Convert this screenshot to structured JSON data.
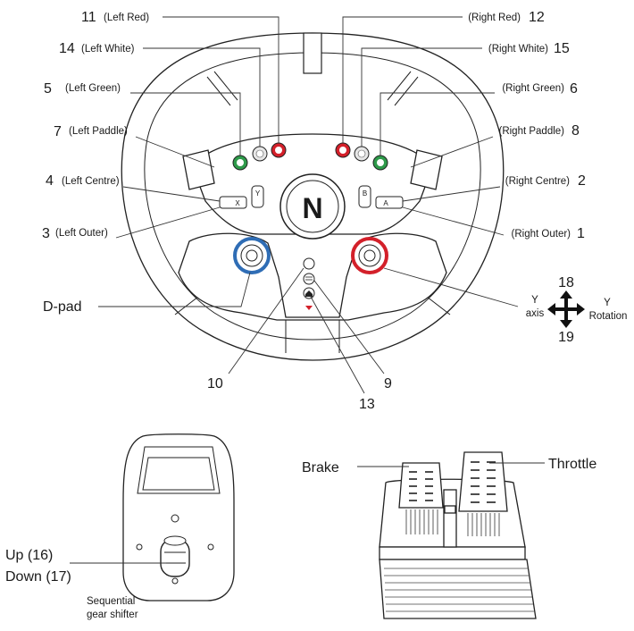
{
  "callouts": {
    "c11": {
      "num": "11",
      "label": "(Left Red)"
    },
    "c14": {
      "num": "14",
      "label": "(Left White)"
    },
    "c5": {
      "num": "5",
      "label": "(Left Green)"
    },
    "c7": {
      "num": "7",
      "label": "(Left Paddle)"
    },
    "c4": {
      "num": "4",
      "label": "(Left Centre)"
    },
    "c3": {
      "num": "3",
      "label": "(Left Outer)"
    },
    "c12": {
      "num": "12",
      "label": "(Right Red)"
    },
    "c15": {
      "num": "15",
      "label": "(Right White)"
    },
    "c6": {
      "num": "6",
      "label": "(Right Green)"
    },
    "c8": {
      "num": "8",
      "label": "(Right Paddle)"
    },
    "c2": {
      "num": "2",
      "label": "(Right Centre)"
    },
    "c1": {
      "num": "1",
      "label": "(Right Outer)"
    }
  },
  "dpad_label": "D-pad",
  "bottom_numbers": {
    "n10": "10",
    "n9": "9",
    "n13": "13"
  },
  "axis": {
    "n18": "18",
    "n19": "19",
    "y_axis_line1": "Y",
    "y_axis_line2": "axis",
    "y_rot_line1": "Y",
    "y_rot_line2": "Rotation"
  },
  "hub_logo": "N",
  "face_buttons": {
    "y": "Y",
    "b": "B",
    "x": "X",
    "a": "A"
  },
  "shifter": {
    "up": "Up (16)",
    "down": "Down (17)",
    "caption_line1": "Sequential",
    "caption_line2": "gear shifter"
  },
  "pedals": {
    "brake": "Brake",
    "throttle": "Throttle"
  },
  "colors": {
    "red": "#d3202a",
    "green": "#2e9a4a",
    "blue": "#2f6db5",
    "white": "#e6e6e6"
  }
}
